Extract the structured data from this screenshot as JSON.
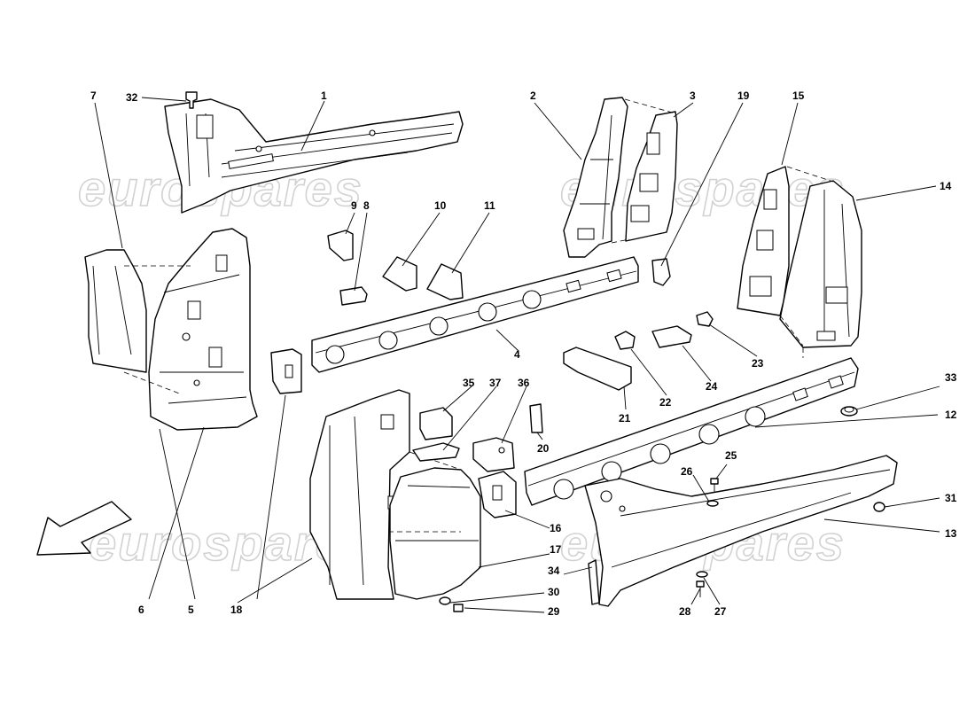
{
  "watermark": {
    "text": "eurospares"
  },
  "callouts": {
    "c1": "1",
    "c2": "2",
    "c3": "3",
    "c4": "4",
    "c5": "5",
    "c6": "6",
    "c7": "7",
    "c8": "8",
    "c9": "9",
    "c10": "10",
    "c11": "11",
    "c12": "12",
    "c13": "13",
    "c14": "14",
    "c15": "15",
    "c16": "16",
    "c17": "17",
    "c18": "18",
    "c19": "19",
    "c20": "20",
    "c21": "21",
    "c22": "22",
    "c23": "23",
    "c24": "24",
    "c25": "25",
    "c26": "26",
    "c27": "27",
    "c28": "28",
    "c29": "29",
    "c30": "30",
    "c31": "31",
    "c32": "32",
    "c33": "33",
    "c34": "34",
    "c35": "35",
    "c36": "36",
    "c37": "37"
  },
  "icons": {
    "direction_arrow": "front-direction-arrow-icon"
  },
  "colors": {
    "line": "#000000",
    "watermark": "#d2d2d2",
    "background": "#ffffff"
  }
}
